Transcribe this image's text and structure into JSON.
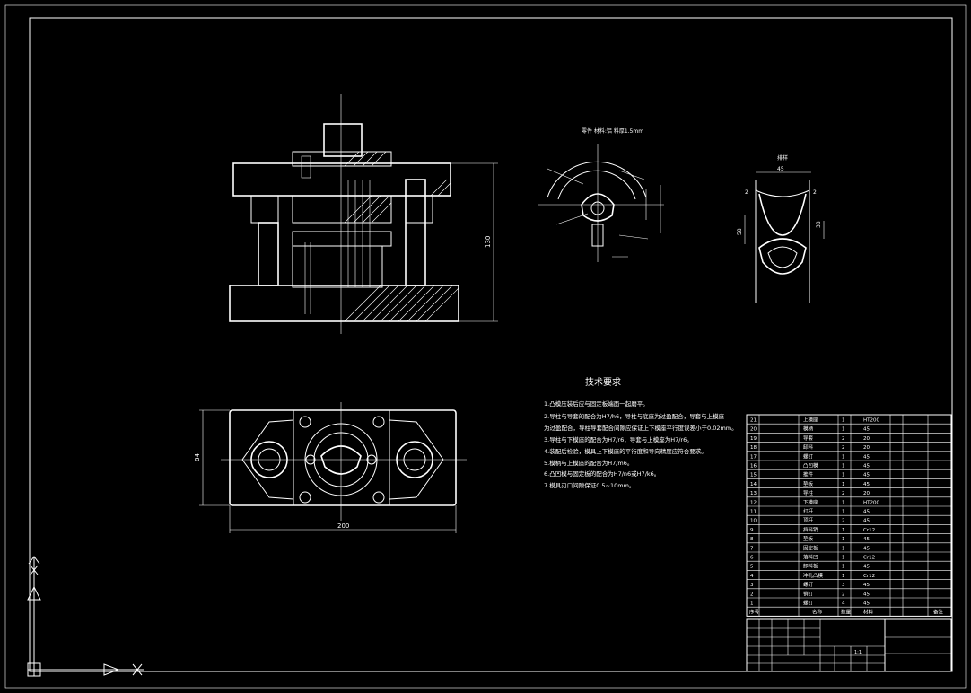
{
  "drawing": {
    "front_view": {
      "height_dim": "130"
    },
    "top_view": {
      "width_dim": "200",
      "depth_dim": "84"
    },
    "part_view": {
      "title": "零件  材料:铝  料厚1.5mm"
    },
    "section_view": {
      "title": "排样",
      "width_dim": "45",
      "pitch_dim": "58",
      "height_dim": "38",
      "gap_left": "2",
      "gap_right": "2"
    },
    "tech_notes": {
      "title": "技术要求",
      "lines": [
        "1.凸模压装后应与固定板端面一起磨平。",
        "2.导柱与导套的配合为H7/h6，导柱与底座为过盈配合，导套与上模座",
        "  为过盈配合，导柱导套配合间隙应保证上下模座平行度误差小于0.02mm。",
        "3.导柱与下模座的配合为H7/r6，导套与上模座为H7/r6。",
        "4.装配后检验，模具上下模座的平行度和导向精度应符合要求。",
        "5.模柄与上模座的配合为H7/m6。",
        "6.凸凹模与固定板的配合为H7/n6或H7/k6。",
        "7.模具刃口间隙保证0.5~10mm。"
      ]
    },
    "bom": {
      "rows": [
        {
          "no": "21",
          "name": "上模座",
          "qty": "1",
          "mat": "HT200"
        },
        {
          "no": "20",
          "name": "模柄",
          "qty": "1",
          "mat": "45"
        },
        {
          "no": "19",
          "name": "导套",
          "qty": "2",
          "mat": "20"
        },
        {
          "no": "18",
          "name": "卸料",
          "qty": "2",
          "mat": "20"
        },
        {
          "no": "17",
          "name": "螺钉",
          "qty": "1",
          "mat": "45"
        },
        {
          "no": "16",
          "name": "凸凹模",
          "qty": "1",
          "mat": "45"
        },
        {
          "no": "15",
          "name": "推件",
          "qty": "1",
          "mat": "45"
        },
        {
          "no": "14",
          "name": "垫板",
          "qty": "1",
          "mat": "45"
        },
        {
          "no": "13",
          "name": "导柱",
          "qty": "2",
          "mat": "20"
        },
        {
          "no": "12",
          "name": "下模座",
          "qty": "1",
          "mat": "HT200"
        },
        {
          "no": "11",
          "name": "打杆",
          "qty": "1",
          "mat": "45"
        },
        {
          "no": "10",
          "name": "顶杆",
          "qty": "2",
          "mat": "45"
        },
        {
          "no": "9",
          "name": "挡料销",
          "qty": "1",
          "mat": "Cr12"
        },
        {
          "no": "8",
          "name": "垫板",
          "qty": "1",
          "mat": "45"
        },
        {
          "no": "7",
          "name": "固定板",
          "qty": "1",
          "mat": "45"
        },
        {
          "no": "6",
          "name": "落料凹",
          "qty": "1",
          "mat": "Cr12"
        },
        {
          "no": "5",
          "name": "卸料板",
          "qty": "1",
          "mat": "45"
        },
        {
          "no": "4",
          "name": "冲孔凸模",
          "qty": "1",
          "mat": "Cr12"
        },
        {
          "no": "3",
          "name": "螺钉",
          "qty": "3",
          "mat": "45"
        },
        {
          "no": "2",
          "name": "销钉",
          "qty": "2",
          "mat": "45"
        },
        {
          "no": "1",
          "name": "螺钉",
          "qty": "4",
          "mat": "45"
        }
      ],
      "header": [
        "序号",
        "名称",
        "数量",
        "材料",
        "备注"
      ]
    },
    "title_block": {
      "scale": "1:1"
    }
  }
}
